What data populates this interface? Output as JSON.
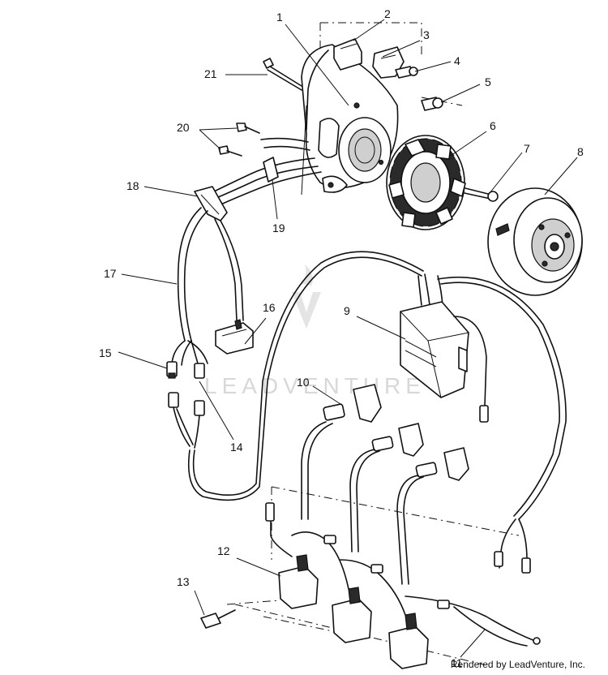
{
  "watermark": {
    "text": "LEADVENTURE"
  },
  "credit": {
    "text": "Rendered by LeadVenture, Inc."
  },
  "callouts": [
    {
      "num": "1"
    },
    {
      "num": "2"
    },
    {
      "num": "3"
    },
    {
      "num": "4"
    },
    {
      "num": "5"
    },
    {
      "num": "6"
    },
    {
      "num": "7"
    },
    {
      "num": "8"
    },
    {
      "num": "9"
    },
    {
      "num": "10"
    },
    {
      "num": "11"
    },
    {
      "num": "12"
    },
    {
      "num": "13"
    },
    {
      "num": "14"
    },
    {
      "num": "15"
    },
    {
      "num": "16"
    },
    {
      "num": "17"
    },
    {
      "num": "18"
    },
    {
      "num": "19"
    },
    {
      "num": "20"
    },
    {
      "num": "21"
    }
  ]
}
